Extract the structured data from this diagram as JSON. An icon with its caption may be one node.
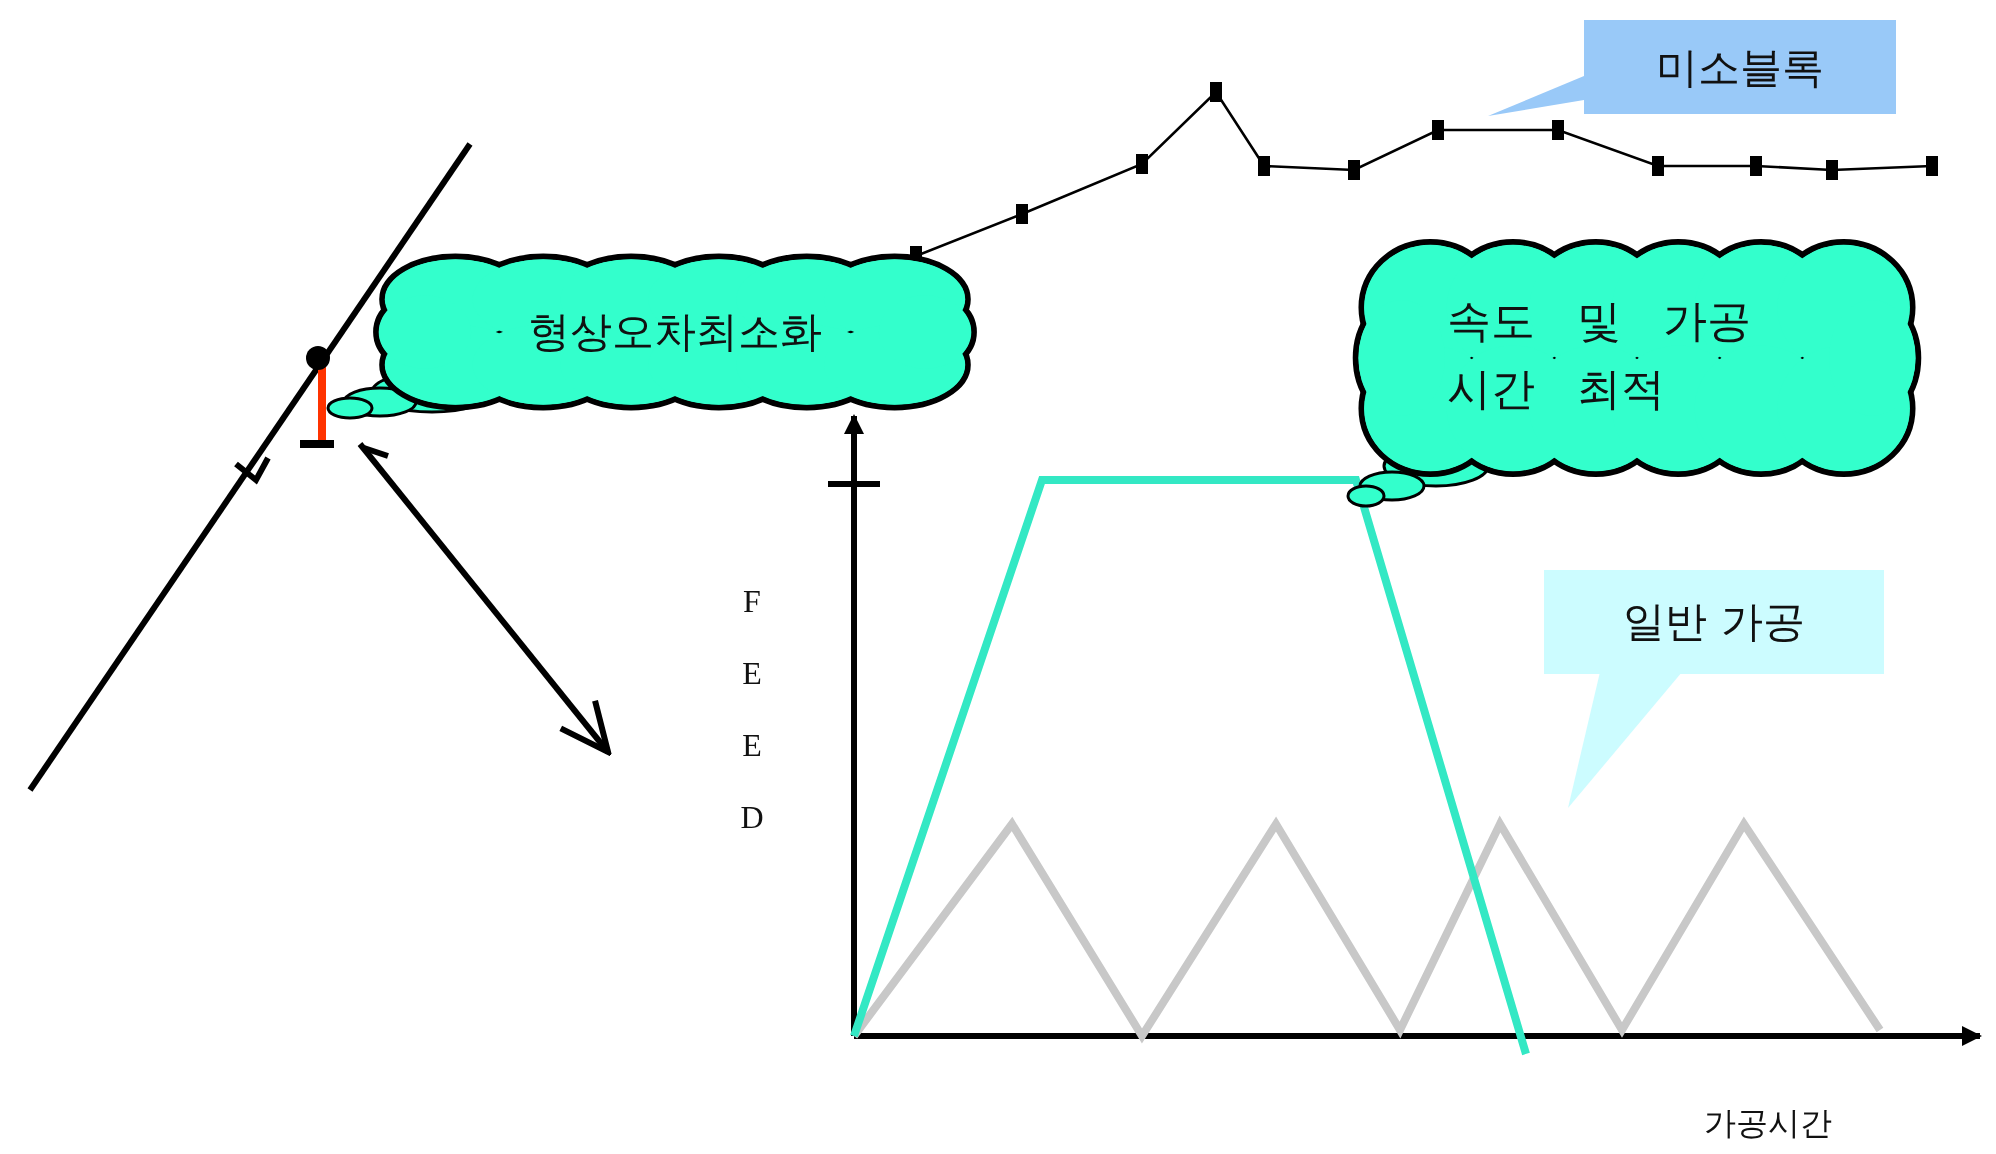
{
  "diagram": {
    "nodes": [
      {
        "text": [
          "형상오차최소화"
        ]
      },
      {
        "text": [
          "속도 및 가공 시간 최적"
        ]
      },
      {
        "text": [
          "미소블록"
        ]
      },
      {
        "text": [
          "일반 가공"
        ]
      }
    ],
    "labels": [
      "FEED",
      "가공시간"
    ]
  }
}
